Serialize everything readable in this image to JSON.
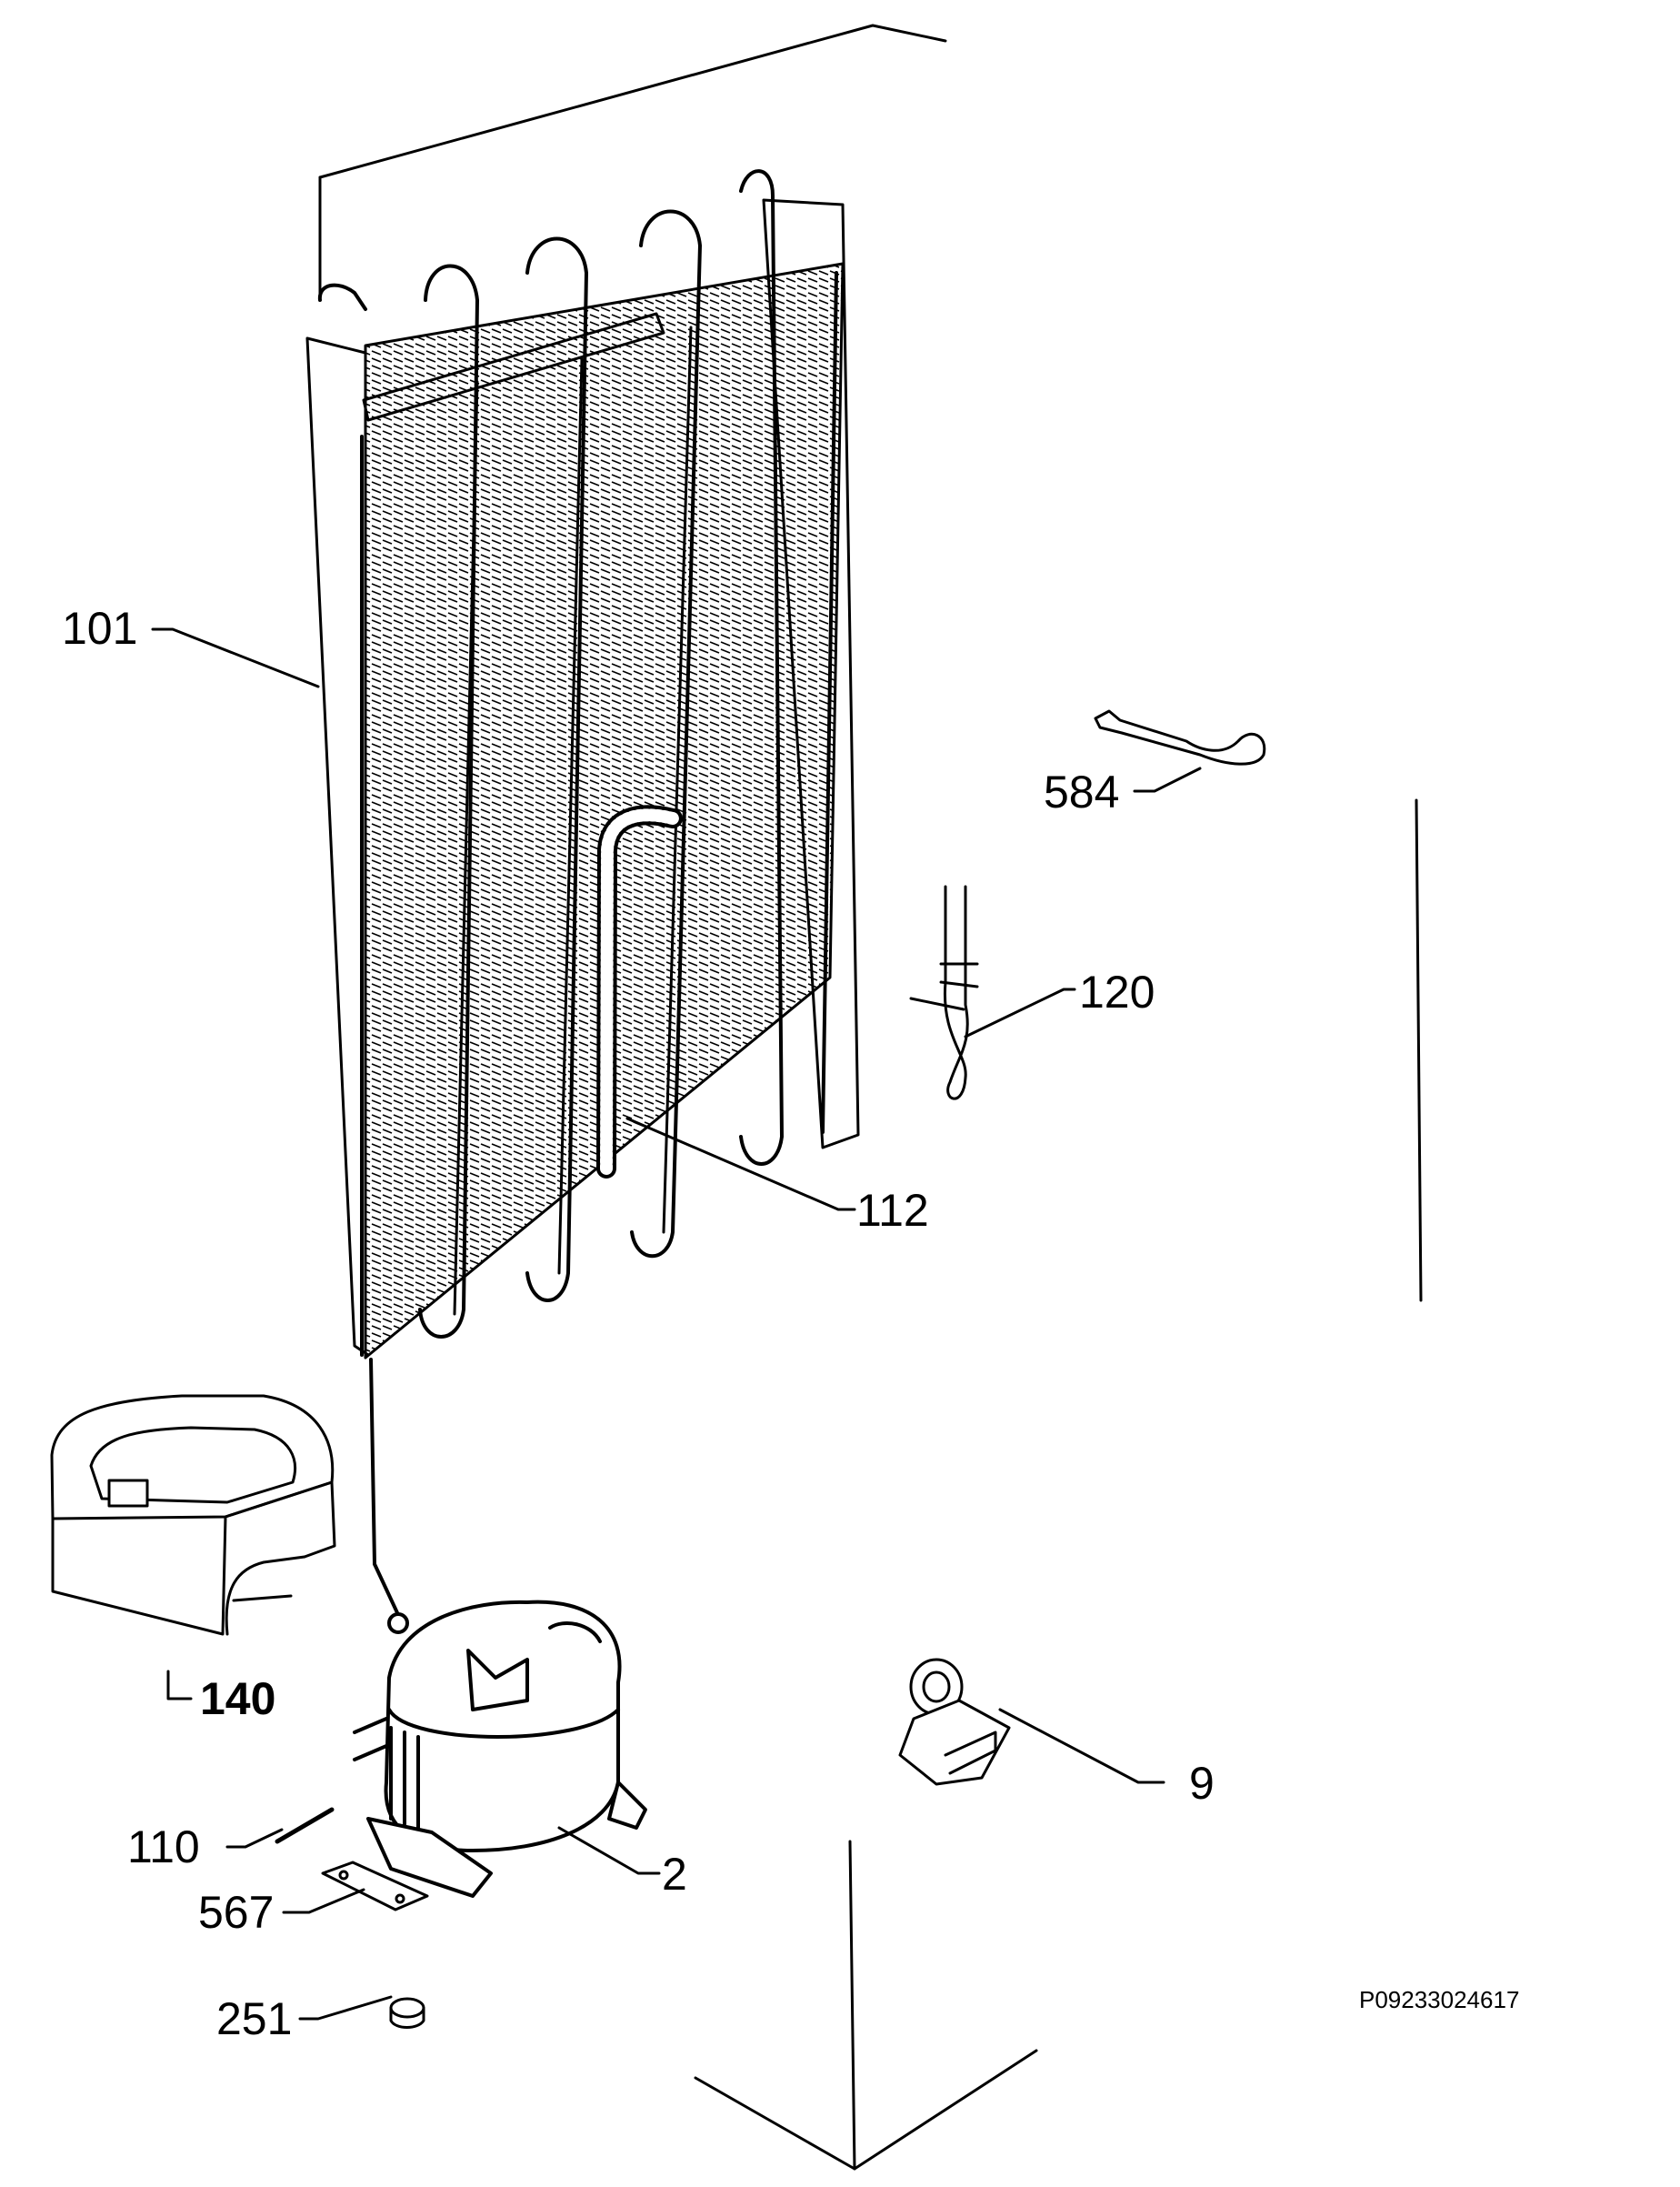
{
  "diagram": {
    "callouts": {
      "p101": "101",
      "p584": "584",
      "p120": "120",
      "p112": "112",
      "p140": "140",
      "p110": "110",
      "p567": "567",
      "p2": "2",
      "p9": "9",
      "p251": "251"
    },
    "reference_code": "P09233024617"
  }
}
